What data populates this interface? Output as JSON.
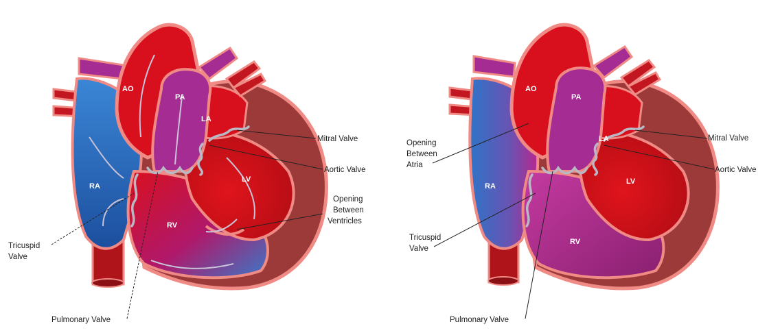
{
  "colors": {
    "oxygenated": "#d8101e",
    "deoxygenated": "#2f74c8",
    "mixed": "#a42c93",
    "myocardium": "#9c3a3a",
    "pericardium": "#f08a85",
    "valve": "#b9b9c6"
  },
  "left_heart": {
    "chambers": {
      "ao": "AO",
      "pa": "PA",
      "la": "LA",
      "lv": "LV",
      "ra": "RA",
      "rv": "RV"
    },
    "labels": {
      "mitral_valve": "Mitral Valve",
      "aortic_valve": "Aortic Valve",
      "opening_ventricles": [
        "Opening",
        "Between",
        "Ventricles"
      ],
      "tricuspid_valve": [
        "Tricuspid",
        "Valve"
      ],
      "pulmonary_valve": "Pulmonary Valve"
    }
  },
  "right_heart": {
    "chambers": {
      "ao": "AO",
      "pa": "PA",
      "la": "LA",
      "lv": "LV",
      "ra": "RA",
      "rv": "RV"
    },
    "labels": {
      "mitral_valve": "Mitral Valve",
      "aortic_valve": "Aortic Valve",
      "opening_atria": [
        "Opening",
        "Between",
        "Atria"
      ],
      "tricuspid_valve": [
        "Tricuspid",
        "Valve"
      ],
      "pulmonary_valve": "Pulmonary Valve"
    }
  }
}
